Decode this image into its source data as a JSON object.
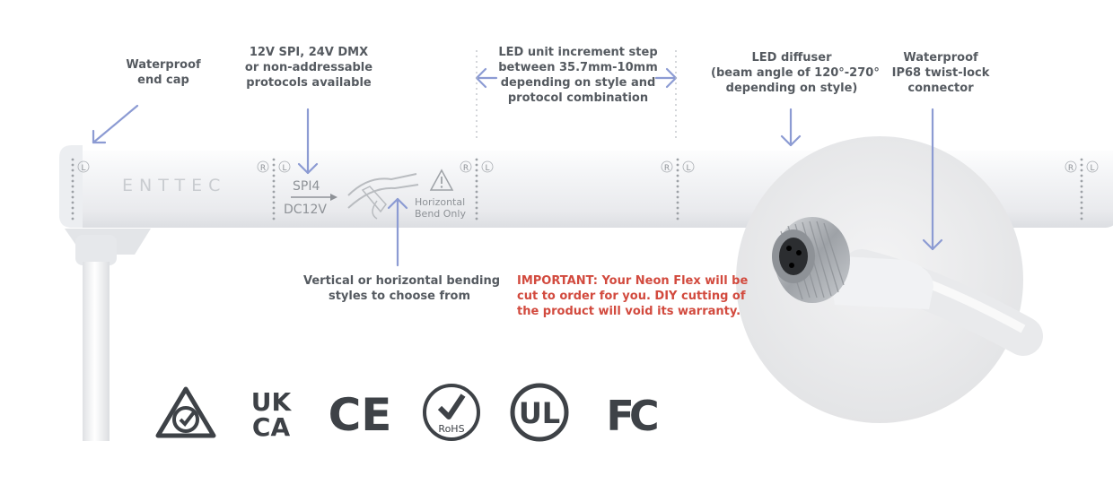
{
  "callouts": {
    "end_cap": [
      "Waterproof",
      "end cap"
    ],
    "protocols": [
      "12V SPI, 24V DMX",
      "or non-addressable",
      "protocols available"
    ],
    "increment": [
      "LED unit increment step",
      "between 35.7mm-10mm",
      "depending on style and",
      "protocol combination"
    ],
    "diffuser": [
      "LED diffuser",
      "(beam angle of 120°-270°",
      "depending on style)"
    ],
    "connector": [
      "Waterproof",
      "IP68 twist-lock",
      "connector"
    ],
    "bending": [
      "Vertical or horizontal bending",
      "styles to choose from"
    ],
    "important": [
      "IMPORTANT: Your Neon Flex will be",
      "cut to order for you. DIY cutting of",
      "the product will void its warranty."
    ]
  },
  "strip_print": {
    "brand": "ENTTEC",
    "spi": "SPI4",
    "voltage": "DC12V",
    "bend_line1": "Horizontal",
    "bend_line2": "Bend Only",
    "r_marker": "R",
    "l_marker": "L"
  },
  "certifications": {
    "ukca_line1": "UK",
    "ukca_line2": "CA",
    "ce": "CE",
    "rohs": "RoHS",
    "ul": "UL",
    "fc": "FC",
    "icons": [
      "rcm-icon",
      "ukca-icon",
      "ce-icon",
      "rohs-icon",
      "ul-icon",
      "fcc-icon"
    ]
  },
  "colors": {
    "arrow": "#8c9bd3",
    "label": "#555a60",
    "warning": "#d24a3e",
    "strip": "#f0f1f3",
    "logo": "#3e4247"
  }
}
